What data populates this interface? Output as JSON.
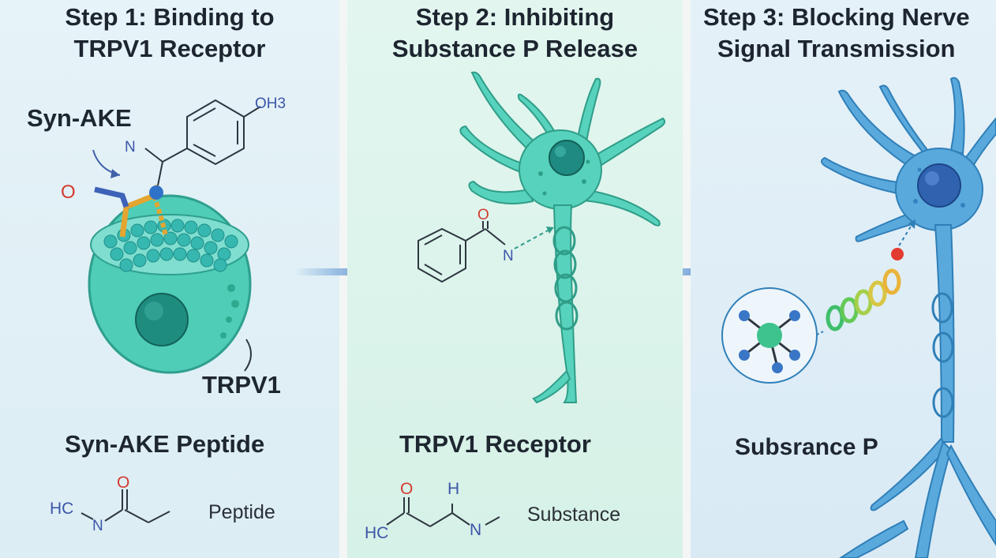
{
  "steps": [
    {
      "title_line1": "Step 1: Binding to",
      "title_line2": "TRPV1 Receptor"
    },
    {
      "title_line1": "Step 2: Inhibiting",
      "title_line2": "Substance P Release"
    },
    {
      "title_line1": "Step 3: Blocking Nerve",
      "title_line2": "Signal Transmission"
    }
  ],
  "panel1": {
    "peptide_pointer_label": "Syn-AKE",
    "receptor_label": "TRPV1",
    "caption": "Syn-AKE Peptide",
    "formula_label": "Peptide",
    "atoms": {
      "oh3": "OH3",
      "n": "N",
      "o": "O",
      "hc": "HC",
      "n2": "N",
      "o2": "O"
    }
  },
  "panel2": {
    "caption": "TRPV1 Receptor",
    "formula_label": "Substance",
    "atoms": {
      "o": "O",
      "n": "N",
      "o2": "O",
      "h": "H",
      "hc": "HC",
      "n2": "N"
    }
  },
  "panel3": {
    "caption": "Subsrance P"
  },
  "colors": {
    "cell_teal": "#4fcdb6",
    "neuron_teal": "#57d2bd",
    "neuron_blue": "#5aa9dc",
    "arrow_blue": "#5d93d4"
  }
}
